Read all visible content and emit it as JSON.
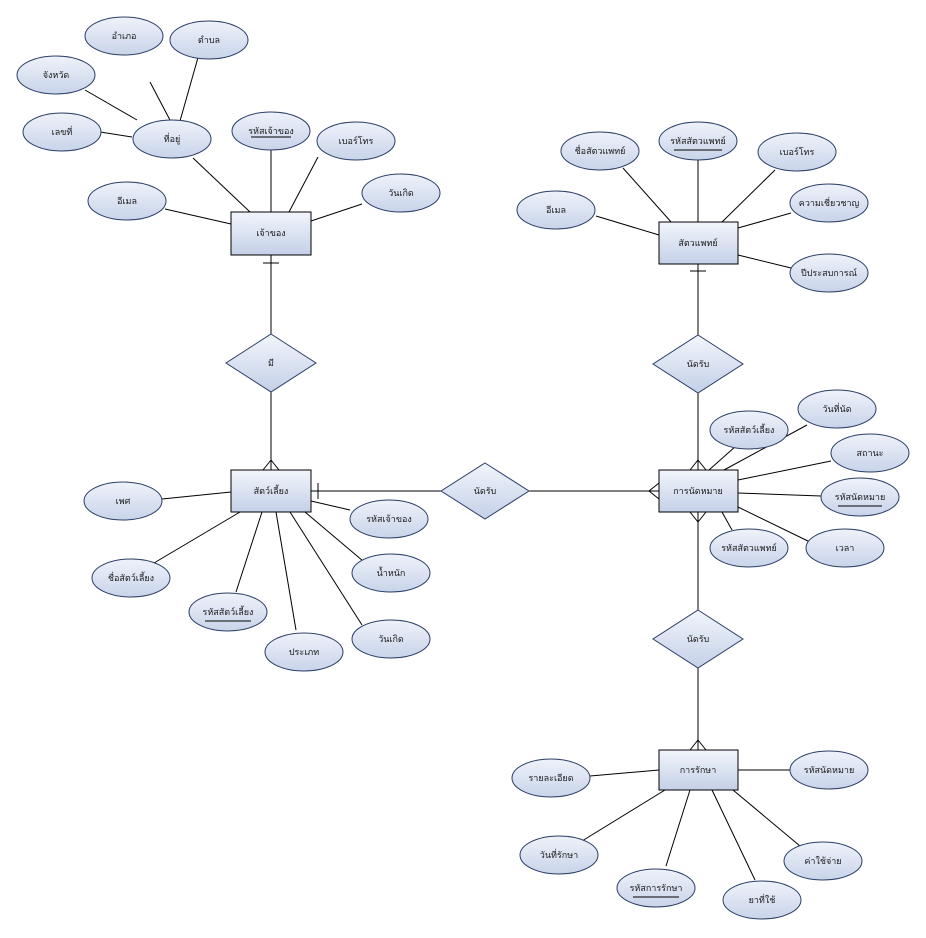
{
  "diagram": {
    "entities": {
      "owner": "เจ้าของ",
      "vet": "สัตวแพทย์",
      "pet": "สัตว์เลี้ยง",
      "appointment": "การนัดหมาย",
      "treatment": "การรักษา"
    },
    "relationships": {
      "owner_pet": "มี",
      "vet_appointment": "นัดรับ",
      "pet_appointment": "นัดรับ",
      "appointment_treatment": "นัดรับ"
    },
    "attributes": {
      "owner_amphoe": "อำเภอ",
      "owner_tambon": "ตำบล",
      "owner_province": "จังหวัด",
      "owner_address": "ที่อยู่",
      "owner_house_no": "เลขที่",
      "owner_id": "รหัสเจ้าของ",
      "owner_phone": "เบอร์โทร",
      "owner_email": "อีเมล",
      "owner_birthdate": "วันเกิด",
      "vet_name": "ชื่อสัตวแพทย์",
      "vet_id": "รหัสสัตวแพทย์",
      "vet_phone": "เบอร์โทร",
      "vet_email": "อีเมล",
      "vet_expertise": "ความเชี่ยวชาญ",
      "vet_experience": "ปีประสบการณ์",
      "pet_sex": "เพศ",
      "pet_owner_id": "รหัสเจ้าของ",
      "pet_weight": "น้ำหนัก",
      "pet_name": "ชื่อสัตว์เลี้ยง",
      "pet_id": "รหัสสัตว์เลี้ยง",
      "pet_birthdate": "วันเกิด",
      "pet_type": "ประเภท",
      "appt_pet_id": "รหัสสัตว์เลี้ยง",
      "appt_date": "วันที่นัด",
      "appt_status": "สถานะ",
      "appt_id": "รหัสนัดหมาย",
      "appt_vet_id": "รหัสสัตวแพทย์",
      "appt_time": "เวลา",
      "treat_detail": "รายละเอียด",
      "treat_appt_id": "รหัสนัดหมาย",
      "treat_date": "วันที่รักษา",
      "treat_cost": "ค่าใช้จ่าย",
      "treat_id": "รหัสการรักษา",
      "treat_medicine": "ยาที่ใช้"
    }
  }
}
